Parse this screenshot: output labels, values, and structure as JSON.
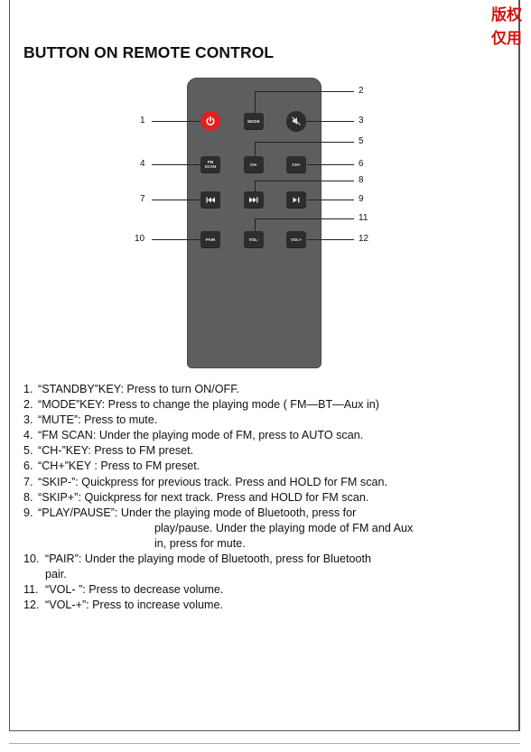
{
  "watermark": {
    "line1": "版权",
    "line2": "仅用"
  },
  "title": "BUTTON ON REMOTE CONTROL",
  "remote": {
    "buttons": {
      "standby": "",
      "mode": "MODE",
      "mute": "",
      "fm_scan": "FM\nSCAN",
      "ch_minus": "CH-",
      "ch_plus": "CH+",
      "skip_minus": "",
      "skip_plus": "",
      "play_pause": "",
      "pair": "PAIR",
      "vol_minus": "VOL-",
      "vol_plus": "VOL+"
    },
    "callouts": [
      "1",
      "2",
      "3",
      "4",
      "5",
      "6",
      "7",
      "8",
      "9",
      "10",
      "11",
      "12"
    ]
  },
  "items": [
    {
      "num": "1.",
      "text": "“STANDBY”KEY:  Press to turn ON/OFF."
    },
    {
      "num": "2.",
      "text": "“MODE”KEY: Press to change the playing mode ( FM—BT—Aux in)"
    },
    {
      "num": "3.",
      "text": "“MUTE”: Press to mute."
    },
    {
      "num": "4.",
      "text": "“FM SCAN: Under the playing mode of FM, press to AUTO scan."
    },
    {
      "num": "5.",
      "text": "“CH-”KEY: Press to FM preset."
    },
    {
      "num": "6.",
      "text": "“CH+”KEY : Press to FM preset."
    },
    {
      "num": "7.",
      "text": "“SKIP-”: Quickpress for previous track. Press and HOLD for FM scan."
    },
    {
      "num": "8.",
      "text": "“SKIP+”: Quickpress for next track. Press and HOLD for FM scan."
    },
    {
      "num": "9.",
      "text": "“PLAY/PAUSE”: Under the playing mode of Bluetooth, press for"
    },
    {
      "num": "",
      "text": "play/pause. Under the playing mode of FM and Aux"
    },
    {
      "num": "",
      "text": "in, press for mute."
    },
    {
      "num": "10.",
      "text": "“PAIR”: Under the playing mode of Bluetooth, press for Bluetooth"
    },
    {
      "num": "",
      "text": "pair."
    },
    {
      "num": "11.",
      "text": "“VOL- ”: Press to decrease volume."
    },
    {
      "num": "12.",
      "text": "“VOL-+”: Press to increase volume."
    }
  ]
}
